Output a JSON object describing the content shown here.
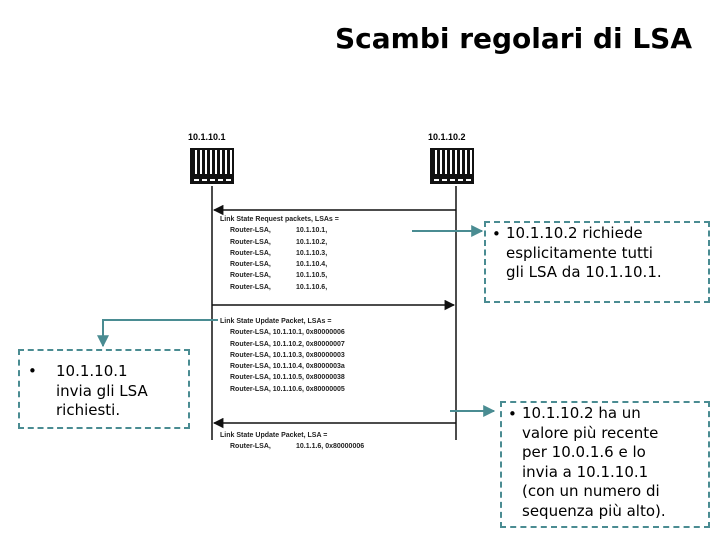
{
  "title": "Scambi regolari di LSA",
  "routers": [
    {
      "label": "10.1.10.1"
    },
    {
      "label": "10.1.10.2"
    }
  ],
  "packets": {
    "request": {
      "header": "Link State Request packets, LSAs =",
      "rows": [
        {
          "type": "Router-LSA,",
          "value": "10.1.10.1,"
        },
        {
          "type": "Router-LSA,",
          "value": "10.1.10.2,"
        },
        {
          "type": "Router-LSA,",
          "value": "10.1.10.3,"
        },
        {
          "type": "Router-LSA,",
          "value": "10.1.10.4,"
        },
        {
          "type": "Router-LSA,",
          "value": "10.1.10.5,"
        },
        {
          "type": "Router-LSA,",
          "value": "10.1.10.6,"
        }
      ]
    },
    "update": {
      "header": "Link State Update Packet, LSAs =",
      "rows": [
        "Router-LSA, 10.1.10.1, 0x80000006",
        "Router-LSA, 10.1.10.2, 0x80000007",
        "Router-LSA, 10.1.10.3, 0x80000003",
        "Router-LSA, 10.1.10.4, 0x8000003a",
        "Router-LSA, 10.1.10.5, 0x80000038",
        "Router-LSA, 10.1.10.6, 0x80000005"
      ]
    },
    "update_single": {
      "header": "Link State Update Packet, LSA =",
      "rows": [
        {
          "type": "Router-LSA,",
          "value": "10.1.1.6, 0x80000006"
        }
      ]
    }
  },
  "notes": {
    "right_top": {
      "bullet": "•",
      "text": [
        "10.1.10.2 richiede",
        "esplicitamente tutti",
        "gli LSA da 10.1.10.1."
      ]
    },
    "left": {
      "bullet": "•",
      "text": [
        "10.1.10.1",
        "invia gli LSA",
        "richiesti."
      ]
    },
    "right_bottom": {
      "bullet": "•",
      "text": [
        "10.1.10.2 ha un",
        "valore più recente",
        "per 10.0.1.6 e lo",
        "invia a 10.1.10.1",
        "(con un numero di",
        "sequenza più alto)."
      ]
    }
  },
  "colors": {
    "accent": "#4a8c92",
    "line": "#111111"
  }
}
